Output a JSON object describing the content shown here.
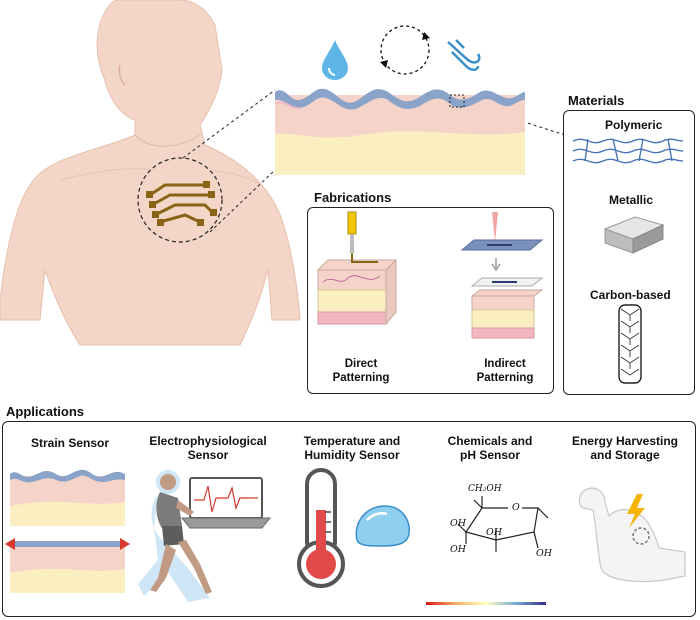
{
  "materials": {
    "title": "Materials",
    "items": [
      {
        "label": "Polymeric",
        "icon": "polymer-network-icon"
      },
      {
        "label": "Metallic",
        "icon": "metal-ingot-icon"
      },
      {
        "label": "Carbon-based",
        "icon": "carbon-nanotube-icon"
      }
    ]
  },
  "fabrications": {
    "title": "Fabrications",
    "direct": "Direct\nPatterning",
    "indirect": "Indirect\nPatterning"
  },
  "applications": {
    "title": "Applications",
    "items": [
      {
        "label": "Strain Sensor"
      },
      {
        "label": "Electrophysiological\nSensor"
      },
      {
        "label": "Temperature and\nHumidity Sensor"
      },
      {
        "label": "Chemicals and\npH Sensor"
      },
      {
        "label": "Energy Harvesting\nand Storage"
      }
    ]
  },
  "molecule": {
    "ch2oh": "CH₂OH",
    "ring_o": "O",
    "oh1": "OH",
    "oh2": "OH",
    "oh3": "OH",
    "oh4": "OH"
  },
  "colors": {
    "skin_body": "#f3d6c8",
    "epidermis_blue": "#8aa3c8",
    "dermis_pink": "#f6d3c9",
    "fat_yellow": "#fbeec0",
    "circuit_gold": "#8a6416",
    "drop_blue": "#5fb6e6",
    "thermo_red": "#e24a4a"
  }
}
